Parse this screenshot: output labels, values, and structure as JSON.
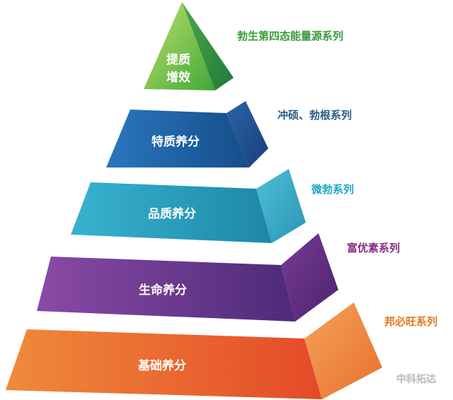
{
  "tiers": [
    {
      "id": "top",
      "lines": [
        "提质",
        "增效"
      ],
      "series": "勃生第四态能量源系列",
      "color": "#8cc63f",
      "label_color": "#3a9a3a"
    },
    {
      "id": "tier2",
      "lines": [
        "特质养分"
      ],
      "series": "冲硕、勃根系列",
      "color": "#1f63a8",
      "label_color": "#2a5d8a"
    },
    {
      "id": "tier3",
      "lines": [
        "品质养分"
      ],
      "series": "微勃系列",
      "color": "#2aa3c4",
      "label_color": "#1ea6c8"
    },
    {
      "id": "tier4",
      "lines": [
        "生命养分"
      ],
      "series": "富优素系列",
      "color": "#6a3a8c",
      "label_color": "#8a2b82"
    },
    {
      "id": "base",
      "lines": [
        "基础养分"
      ],
      "series": "邦必旺系列",
      "color": "#ea5e2c",
      "label_color": "#e27a1f"
    }
  ],
  "watermark": {
    "icon": "wechat-icon",
    "text": "中科拓达"
  }
}
